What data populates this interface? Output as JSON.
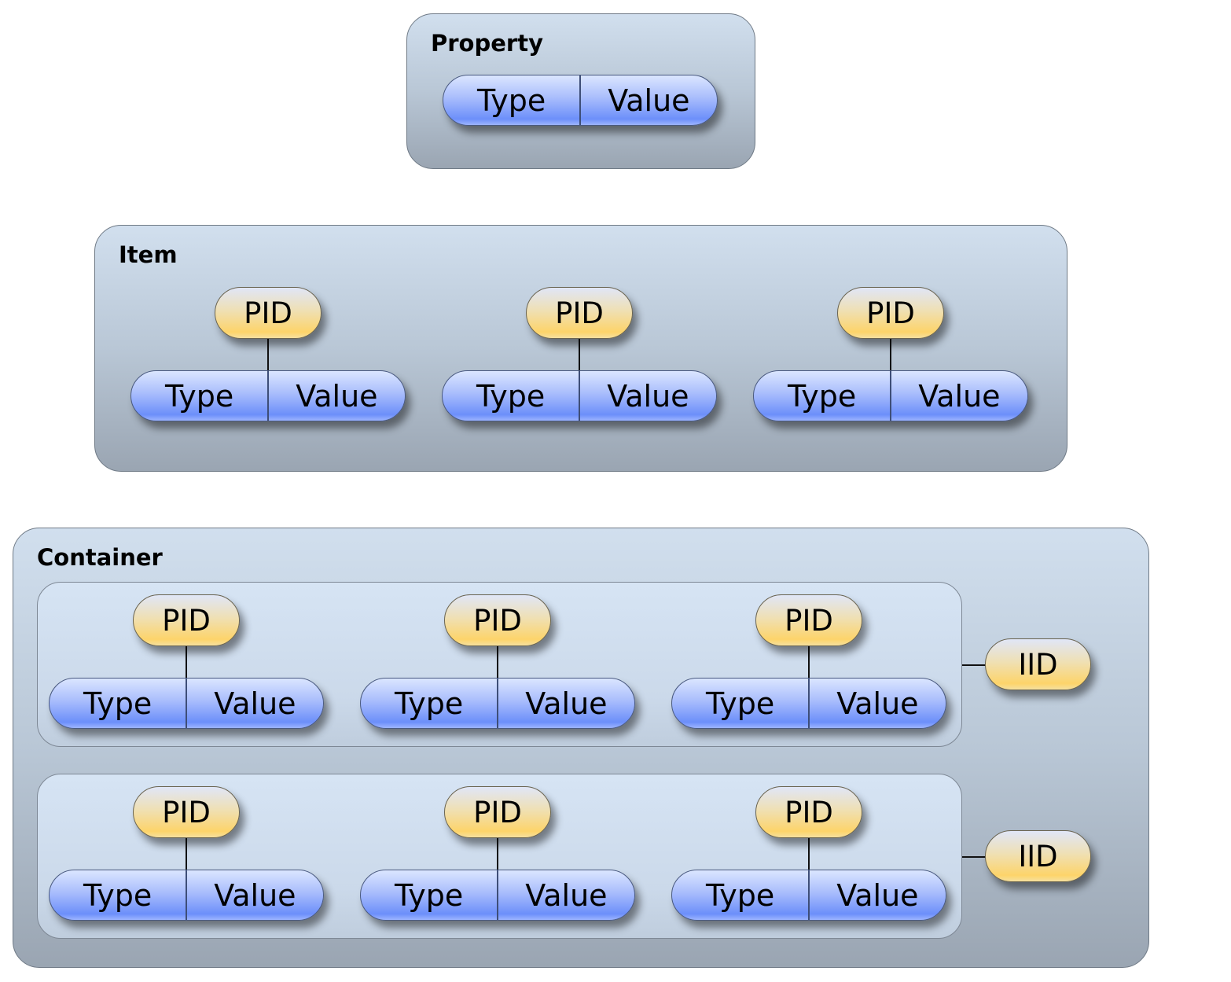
{
  "property": {
    "title": "Property",
    "type_label": "Type",
    "value_label": "Value"
  },
  "item": {
    "title": "Item",
    "properties": [
      {
        "pid": "PID",
        "type_label": "Type",
        "value_label": "Value"
      },
      {
        "pid": "PID",
        "type_label": "Type",
        "value_label": "Value"
      },
      {
        "pid": "PID",
        "type_label": "Type",
        "value_label": "Value"
      }
    ]
  },
  "container": {
    "title": "Container",
    "items": [
      {
        "iid": "IID",
        "properties": [
          {
            "pid": "PID",
            "type_label": "Type",
            "value_label": "Value"
          },
          {
            "pid": "PID",
            "type_label": "Type",
            "value_label": "Value"
          },
          {
            "pid": "PID",
            "type_label": "Type",
            "value_label": "Value"
          }
        ]
      },
      {
        "iid": "IID",
        "properties": [
          {
            "pid": "PID",
            "type_label": "Type",
            "value_label": "Value"
          },
          {
            "pid": "PID",
            "type_label": "Type",
            "value_label": "Value"
          },
          {
            "pid": "PID",
            "type_label": "Type",
            "value_label": "Value"
          }
        ]
      }
    ]
  }
}
